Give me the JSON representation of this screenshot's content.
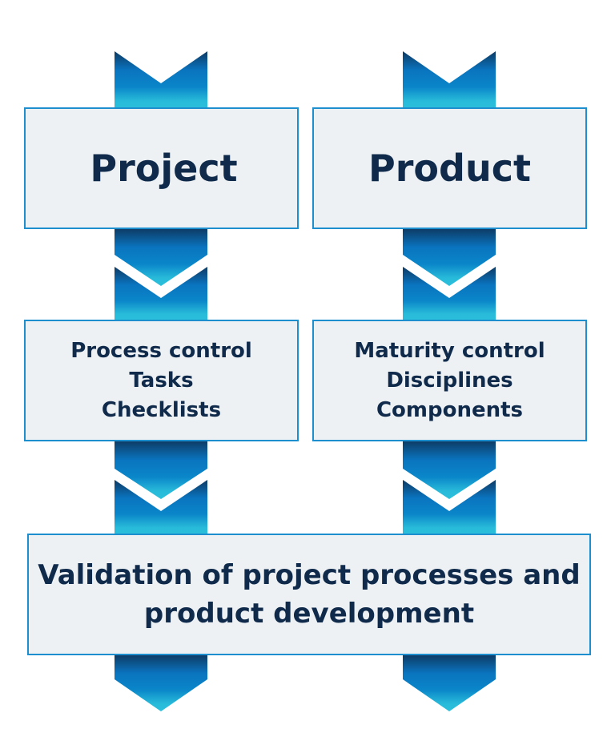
{
  "colors": {
    "arrow_top": "#0e3a63",
    "arrow_mid": "#0a74bf",
    "arrow_bottom": "#28bad9",
    "box_fill": "#edf1f4",
    "box_border": "#1d8fce",
    "text": "#0f2a4a"
  },
  "columns": [
    {
      "title": "Project",
      "details": [
        "Process control",
        "Tasks",
        "Checklists"
      ]
    },
    {
      "title": "Product",
      "details": [
        "Maturity control",
        "Disciplines",
        "Components"
      ]
    }
  ],
  "outcome": {
    "line1": "Validation of project processes and",
    "line2": "product development"
  }
}
